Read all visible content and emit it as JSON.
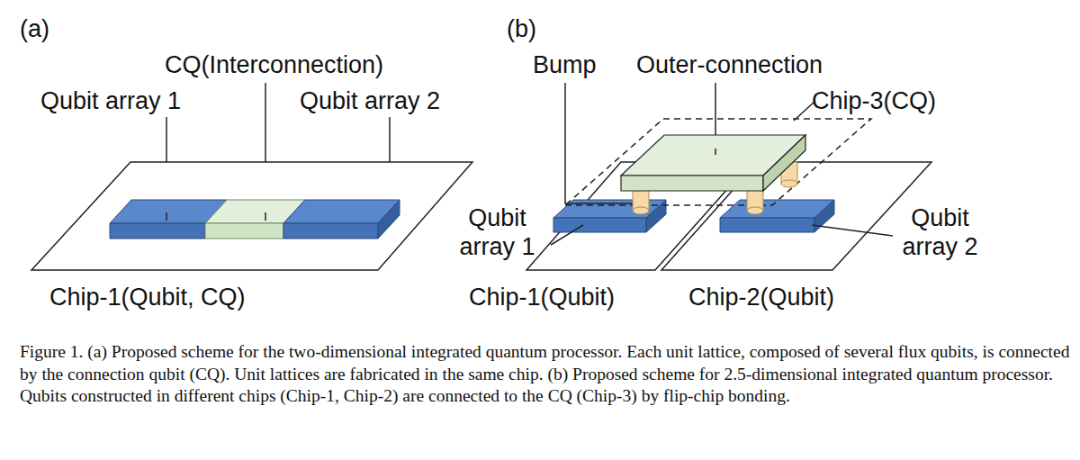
{
  "diagram": {
    "caption": "Figure 1. (a) Proposed scheme for the two-dimensional integrated quantum processor. Each unit lattice, composed of several flux qubits, is connected by the connection qubit (CQ). Unit lattices are fabricated in the same chip. (b) Proposed scheme for 2.5-dimensional integrated quantum processor. Qubits constructed in different chips (Chip-1, Chip-2) are connected to the CQ (Chip-3) by flip-chip bonding.",
    "labels": [
      "(a)",
      "(b)",
      "CQ(Interconnection)",
      "Qubit array 1",
      "Qubit array 2",
      "Bump",
      "Outer-connection",
      "Chip-3(CQ)",
      "Qubit array 1",
      "Qubit array 2",
      "Chip-1(Qubit, CQ)",
      "Chip-1(Qubit)",
      "Chip-2(Qubit)"
    ]
  }
}
